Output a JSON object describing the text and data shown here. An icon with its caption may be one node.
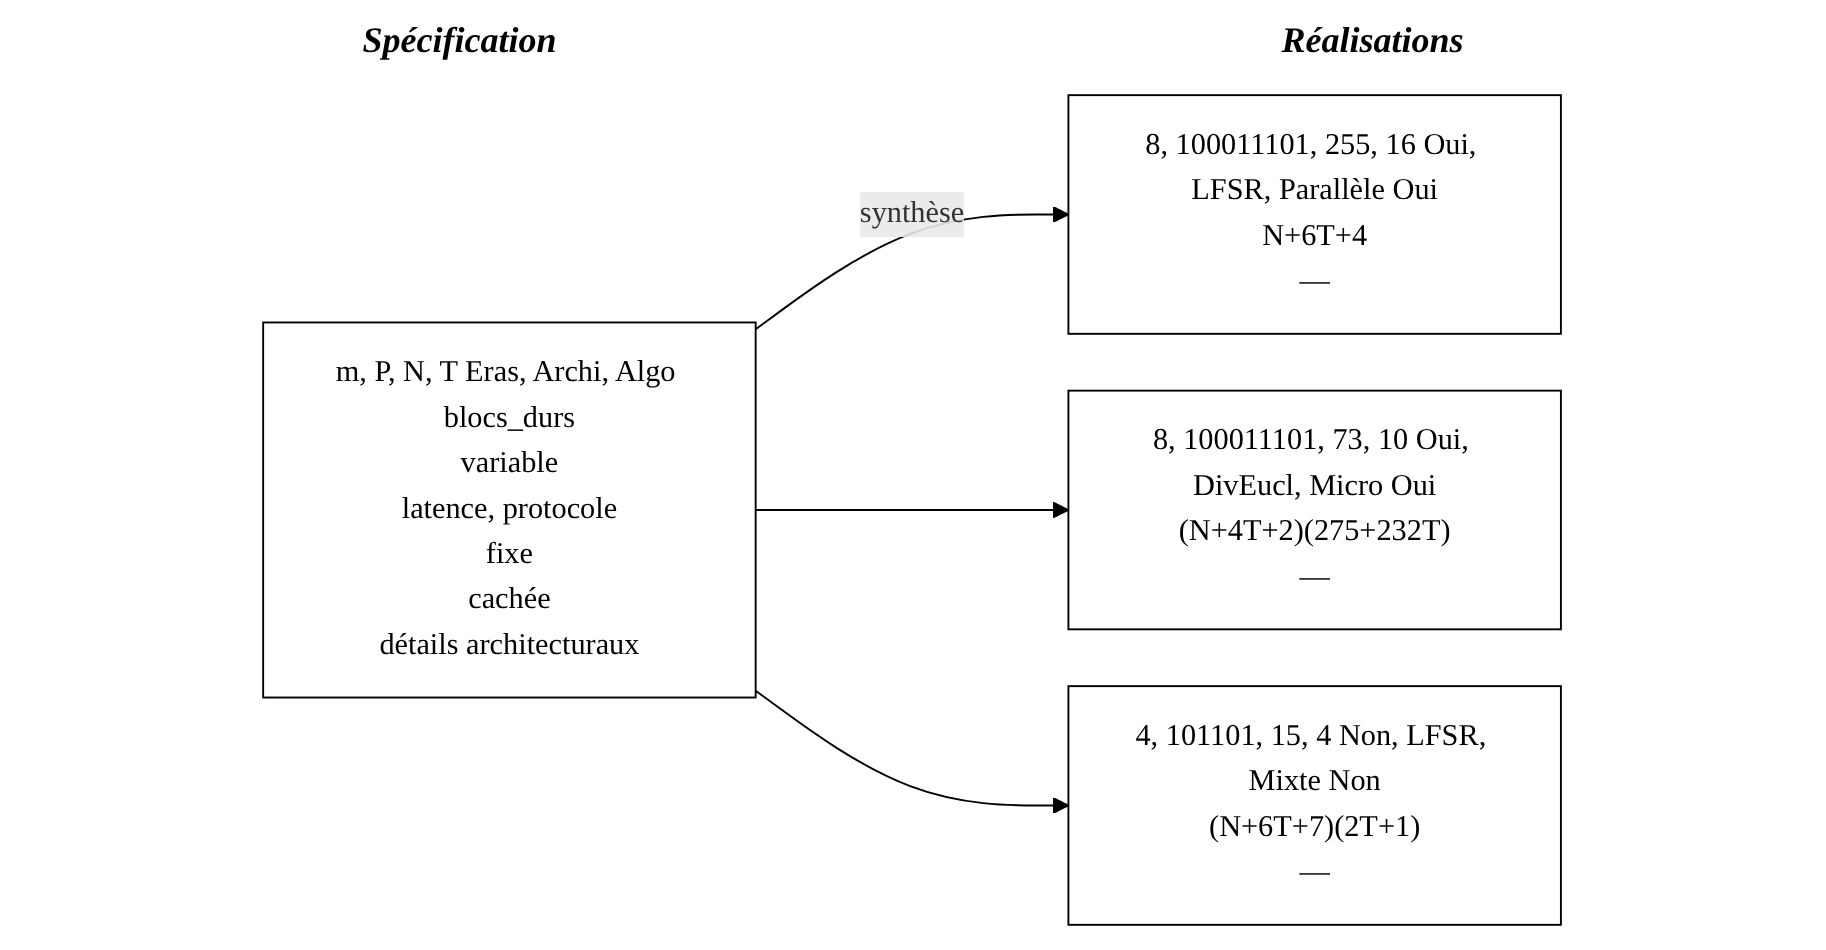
{
  "diagram": {
    "nodes": [
      {
        "text": [
          "m, P, N, T Eras, Archi, Algo blocs_durs",
          "variable",
          "latence, protocole",
          "fixe",
          "cachée",
          "détails architecturaux"
        ]
      },
      {
        "text": [
          "8, 100011101, 255, 16 Oui, LFSR, Parallèle Oui",
          "N+6T+4",
          "—"
        ]
      },
      {
        "text": [
          "8, 100011101, 73, 10 Oui, DivEucl, Micro Oui",
          "(N+4T+2)(275+232T)",
          "—"
        ]
      },
      {
        "text": [
          "4, 101101, 15, 4 Non, LFSR, Mixte Non",
          "(N+6T+7)(2T+1)",
          "—"
        ]
      }
    ],
    "edges": [
      {
        "from": 0,
        "to": 1,
        "arrow": "to",
        "label": "synthèse"
      },
      {
        "from": 0,
        "to": 2,
        "arrow": "to"
      },
      {
        "from": 0,
        "to": 3,
        "arrow": "to"
      }
    ],
    "labels": [
      "Spécification",
      "Réalisations"
    ]
  }
}
